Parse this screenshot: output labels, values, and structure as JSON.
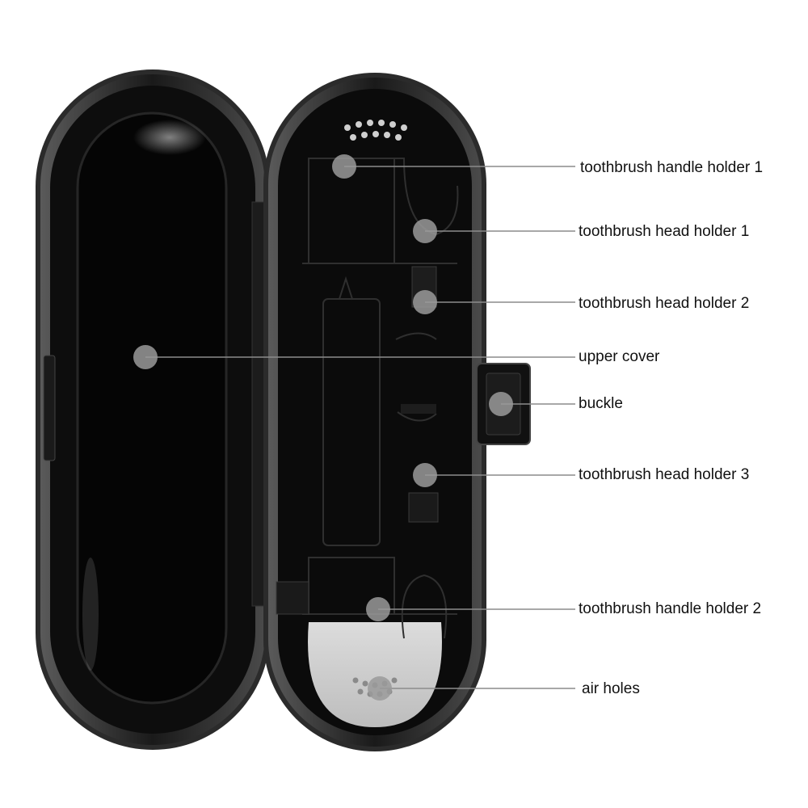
{
  "labels": {
    "toothbrush_handle_holder_1": "toothbrush handle holder 1",
    "toothbrush_head_holder_1": "toothbrush head holder 1",
    "toothbrush_head_holder_2": "toothbrush head holder 2",
    "upper_cover": "upper cover",
    "buckle": "buckle",
    "toothbrush_head_holder_3": "toothbrush head holder 3",
    "toothbrush_handle_holder_2": "toothbrush handle holder 2",
    "air_holes": "air holes"
  },
  "colors": {
    "case_black": "#0b0b0b",
    "case_rim": "#3a3a3a",
    "marker": "#9a9a9a",
    "leader_line": "#8c8c8c",
    "label_text": "#111111"
  }
}
